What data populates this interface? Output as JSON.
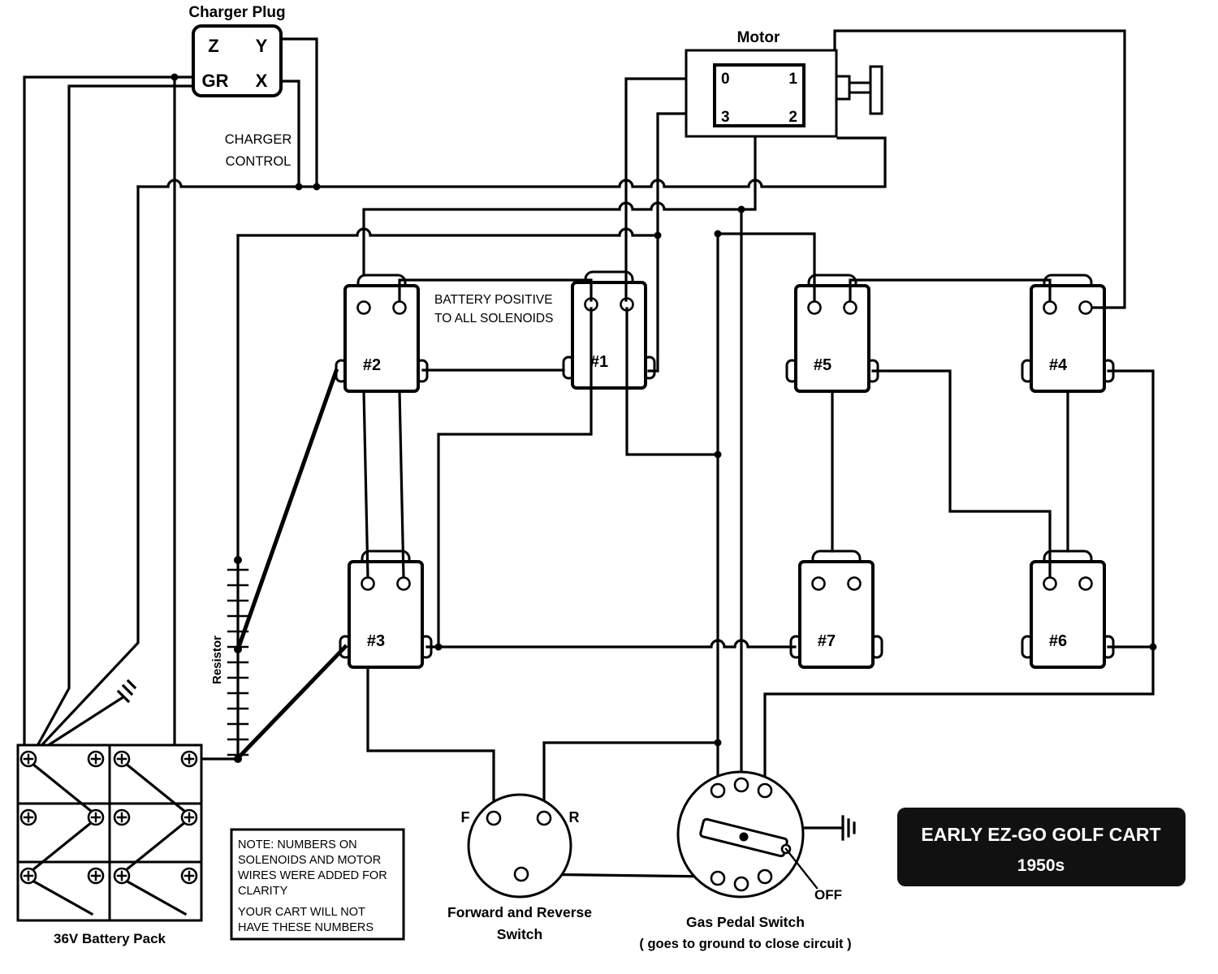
{
  "colors": {
    "background": "#ffffff",
    "line": "#000000",
    "title_box_bg": "#111111",
    "title_box_text": "#ffffff"
  },
  "charger_plug": {
    "title": "Charger Plug",
    "pin_z": "Z",
    "pin_y": "Y",
    "pin_gr": "GR",
    "pin_x": "X"
  },
  "charger_control": {
    "line1": "CHARGER",
    "line2": "CONTROL"
  },
  "motor": {
    "title": "Motor",
    "pin_0": "0",
    "pin_1": "1",
    "pin_3": "3",
    "pin_2": "2"
  },
  "solenoid_labels": [
    "#2",
    "#1",
    "#5",
    "#4",
    "#3",
    "#7",
    "#6"
  ],
  "battery_positive_note": {
    "line1": "BATTERY POSITIVE",
    "line2": "TO ALL SOLENOIDS"
  },
  "resistor_label": "Resistor",
  "battery_pack_label": "36V Battery Pack",
  "note_box": {
    "lines": [
      "NOTE: NUMBERS ON",
      "SOLENOIDS AND MOTOR",
      "WIRES WERE ADDED FOR",
      "CLARITY",
      "YOUR CART WILL NOT",
      "HAVE THESE NUMBERS"
    ]
  },
  "forward_reverse_switch": {
    "label_f": "F",
    "label_r": "R",
    "caption1": "Forward and Reverse",
    "caption2": "Switch"
  },
  "gas_pedal_switch": {
    "label_off": "OFF",
    "caption1": "Gas Pedal Switch",
    "caption2": "( goes to ground to close circuit )"
  },
  "title_box": {
    "line1": "EARLY EZ-GO GOLF CART",
    "line2": "1950s"
  }
}
